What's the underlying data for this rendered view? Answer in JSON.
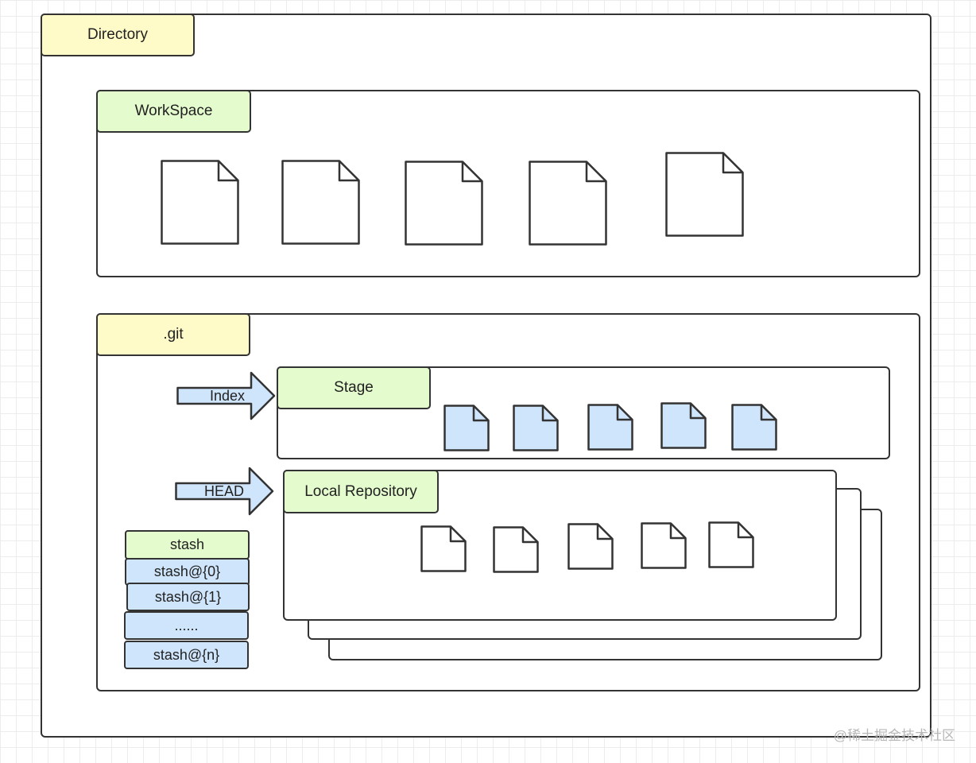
{
  "directory": {
    "label": "Directory"
  },
  "workspace": {
    "label": "WorkSpace",
    "file_count": 5
  },
  "git": {
    "label": ".git",
    "index_arrow": "Index",
    "head_arrow": "HEAD",
    "stage": {
      "label": "Stage",
      "file_count": 5
    },
    "local_repository": {
      "label": "Local Repository",
      "file_count": 5
    },
    "stash": {
      "header": "stash",
      "items": [
        "stash@{0}",
        "stash@{1}",
        "......",
        "stash@{n}"
      ]
    }
  },
  "watermark": "@稀土掘金技术社区",
  "colors": {
    "yellow_label": "#fffbc8",
    "green_label": "#e4fbcd",
    "blue_fill": "#cfe5fb",
    "stroke": "#333333"
  }
}
